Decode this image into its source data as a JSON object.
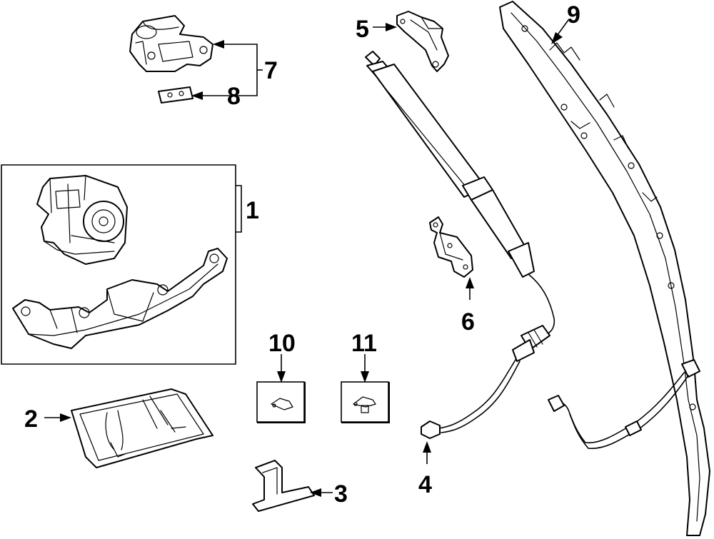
{
  "diagram": {
    "callouts": {
      "c1": "1",
      "c2": "2",
      "c3": "3",
      "c4": "4",
      "c5": "5",
      "c6": "6",
      "c7": "7",
      "c8": "8",
      "c9": "9",
      "c10": "10",
      "c11": "11"
    },
    "colors": {
      "line": "#000000",
      "background": "#ffffff"
    }
  }
}
